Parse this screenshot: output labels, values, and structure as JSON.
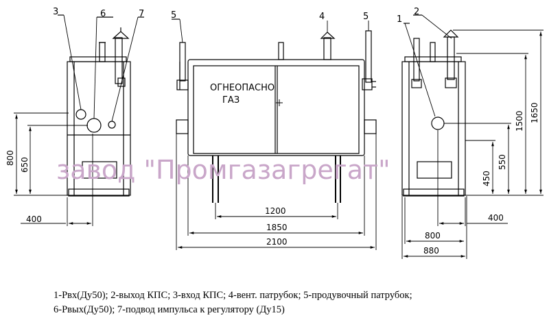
{
  "watermark": "завод \"Промгазагрегат\"",
  "watermark_color": "#c9a6c9",
  "door_label": [
    "ОГНЕОПАСНО",
    "ГАЗ"
  ],
  "callouts": {
    "n1": "1",
    "n2": "2",
    "n3": "3",
    "n4": "4",
    "n5_left": "5",
    "n5_right": "5",
    "n6": "6",
    "n7": "7"
  },
  "dimensions": {
    "h800": "800",
    "h650": "650",
    "w400_left": "400",
    "w1200": "1200",
    "w1850": "1850",
    "w2100": "2100",
    "h1650": "1650",
    "h1500": "1500",
    "h550": "550",
    "h450": "450",
    "w400_right": "400",
    "w800": "800",
    "w880": "880"
  },
  "caption": {
    "line1": "1-Рвх(Ду50); 2-выход КПС; 3-вход КПС; 4-вент. патрубок; 5-продувочный патрубок;",
    "line2": "6-Рвых(Ду50); 7-подвод импульса к регулятору (Ду15)"
  }
}
